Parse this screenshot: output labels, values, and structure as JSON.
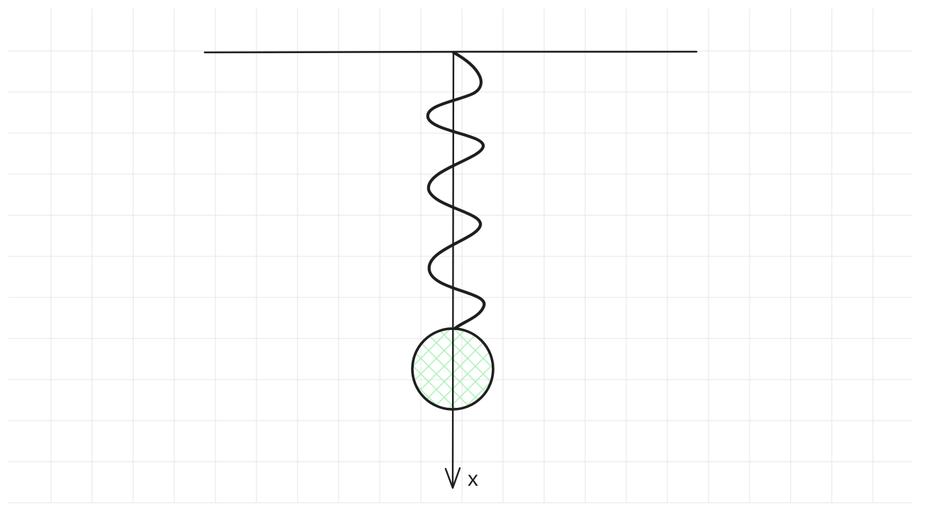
{
  "diagram": {
    "axis": {
      "label": "x",
      "direction": "down"
    },
    "colors": {
      "ink": "#1e1e1e",
      "grid": "#e6e6e6",
      "mass_hatch": "#b2f2bb",
      "background": "#ffffff"
    },
    "spring": {
      "visible_coils": 4
    }
  }
}
